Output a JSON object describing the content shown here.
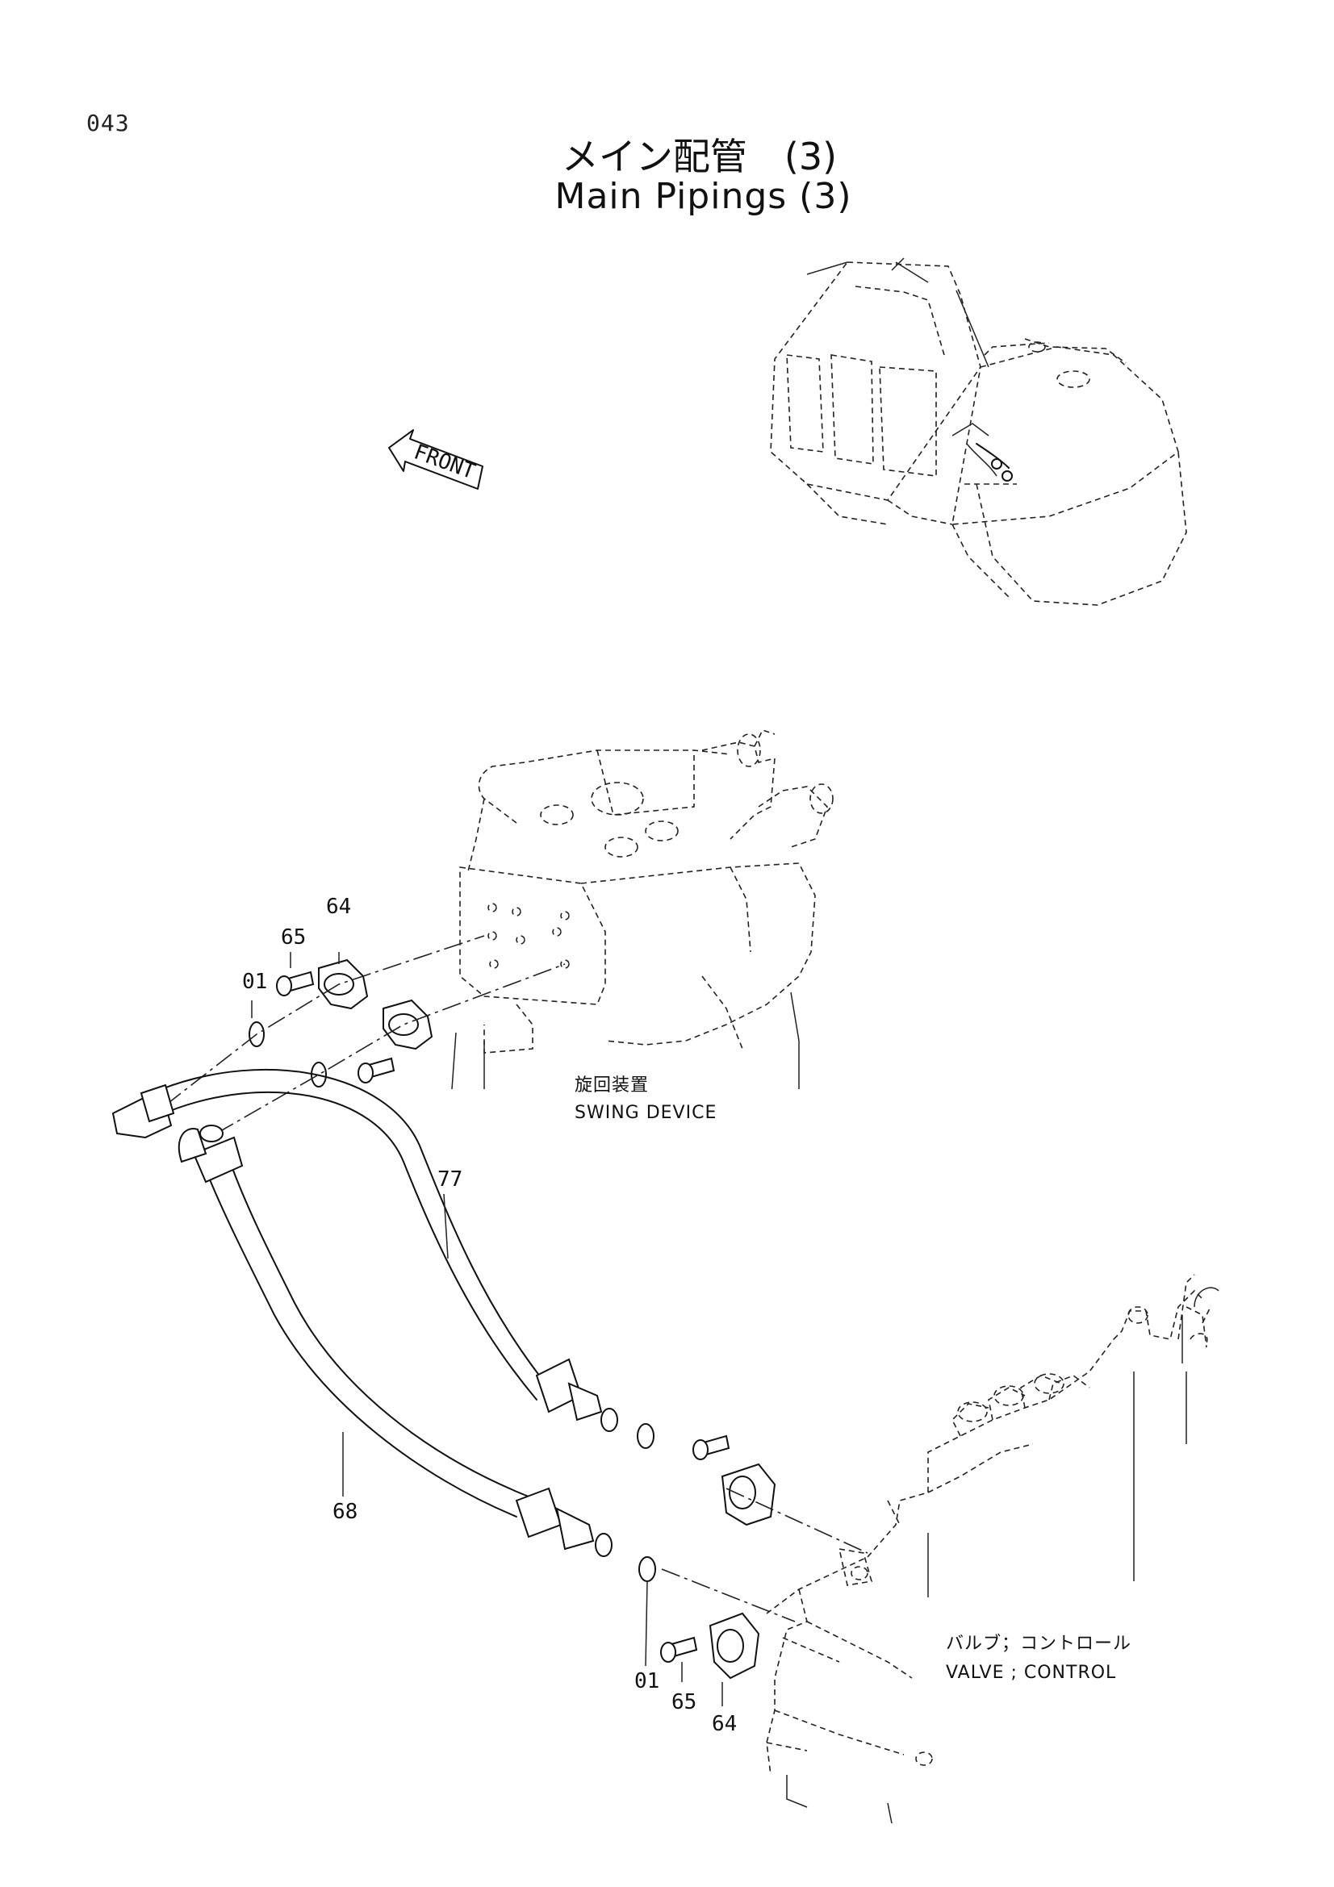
{
  "page_number": "043",
  "title_jp": "メイン配管　(3)",
  "title_en": "Main Pipings (3)",
  "front_arrow_label": "FRONT",
  "swing_device": {
    "jp": "旋回装置",
    "en": "SWING DEVICE"
  },
  "control_valve": {
    "jp": "バルブ；コントロール",
    "en": "VALVE ; CONTROL"
  },
  "part_labels": {
    "upper_64": "64",
    "upper_65": "65",
    "upper_01": "01",
    "hose_77": "77",
    "hose_68": "68",
    "lower_01": "01",
    "lower_65": "65",
    "lower_64": "64"
  }
}
